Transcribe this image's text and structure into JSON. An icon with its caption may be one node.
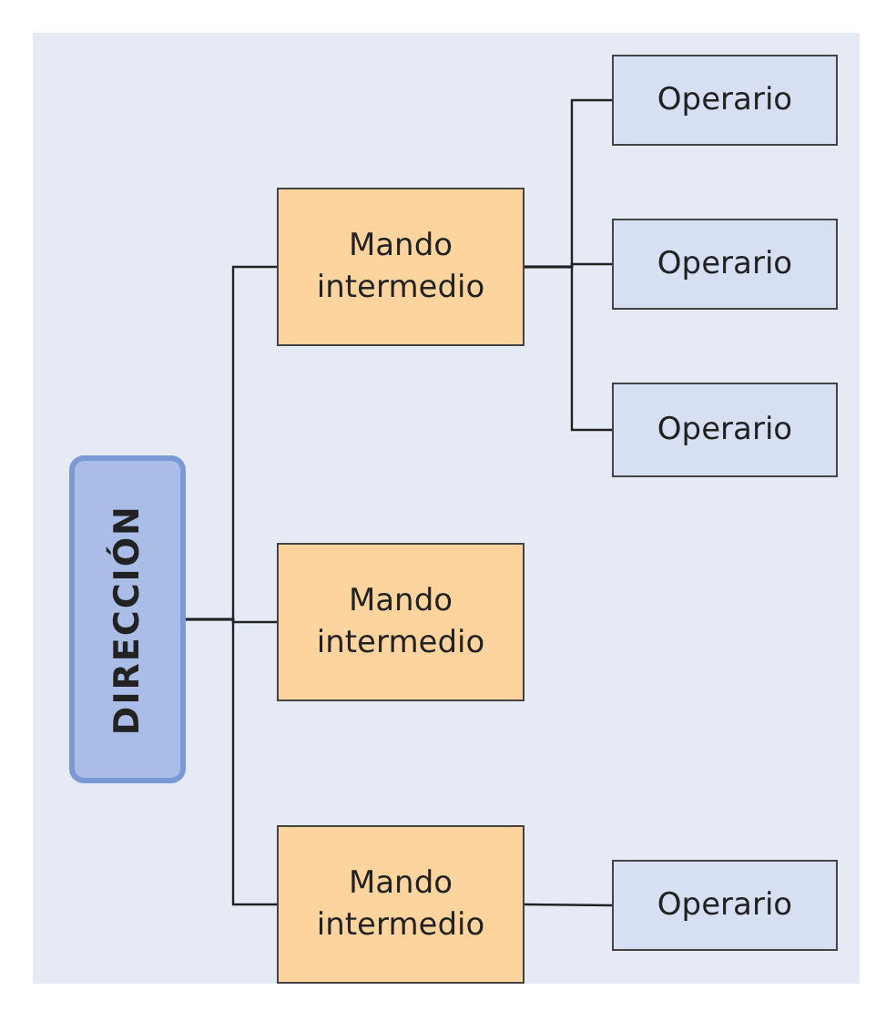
{
  "diagram": {
    "nodes": [
      {
        "text": [
          "DIRECCIÓN"
        ]
      },
      {
        "text": [
          "Mando intermedio"
        ]
      },
      {
        "text": [
          "Mando intermedio"
        ]
      },
      {
        "text": [
          "Mando intermedio"
        ]
      },
      {
        "text": [
          "Operario"
        ]
      },
      {
        "text": [
          "Operario"
        ]
      },
      {
        "text": [
          "Operario"
        ]
      },
      {
        "text": [
          "Operario"
        ]
      }
    ],
    "edges": [
      {
        "from": 0,
        "to": 1,
        "arrow": "none"
      },
      {
        "from": 0,
        "to": 2,
        "arrow": "none"
      },
      {
        "from": 0,
        "to": 3,
        "arrow": "none"
      },
      {
        "from": 1,
        "to": 4,
        "arrow": "none"
      },
      {
        "from": 1,
        "to": 5,
        "arrow": "none"
      },
      {
        "from": 1,
        "to": 6,
        "arrow": "none"
      },
      {
        "from": 3,
        "to": 7,
        "arrow": "none"
      }
    ]
  }
}
